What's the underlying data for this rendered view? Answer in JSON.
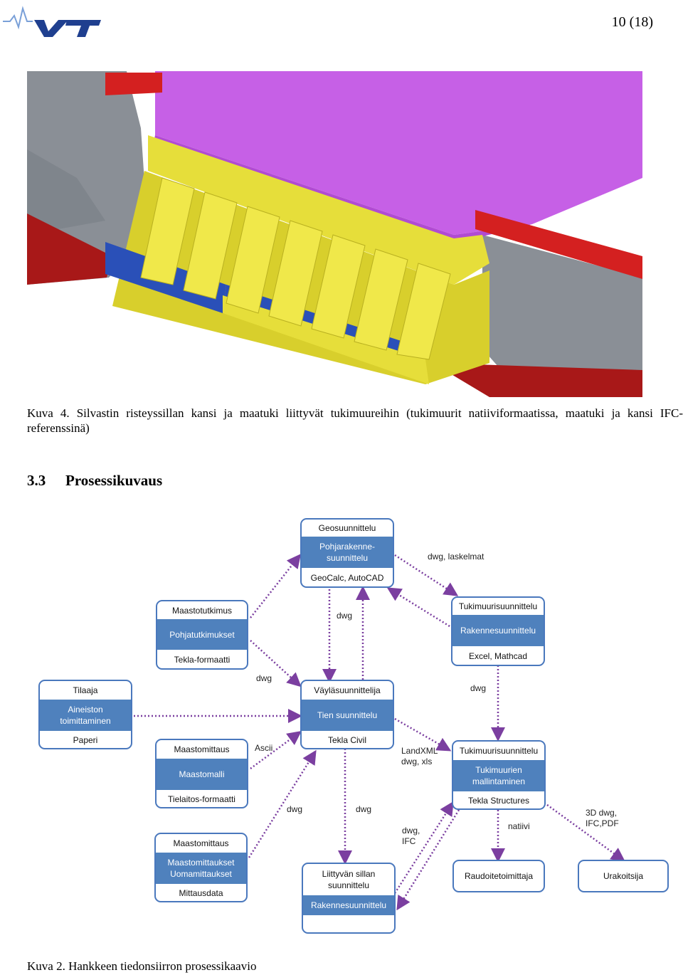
{
  "header": {
    "logo_text": "VTT",
    "page_number": "10 (18)"
  },
  "figure1": {
    "caption": "Kuva 4. Silvastin risteyssillan kansi ja maatuki liittyvät tukimuureihin (tukimuurit natiiviformaatissa, maatuki ja kansi IFC-referenssinä)",
    "colors": {
      "deck": "#c660e6",
      "abutment": "#e6de3a",
      "retaining_wall": "#8a8f96",
      "footing_blue": "#2a50b8",
      "railing": "#d42020",
      "red_band": "#a81818"
    }
  },
  "section": {
    "number": "3.3",
    "title": "Prosessikuvaus"
  },
  "diagram": {
    "boxes": [
      {
        "id": "geo",
        "header": "Geosuunnittelu",
        "middle": "Pohjarakenne-\nsuunnittelu",
        "footer": "GeoCalc, AutoCAD"
      },
      {
        "id": "maastotutkimus",
        "header": "Maastotutkimus",
        "middle": "Pohjatutkimukset",
        "footer": "Tekla-formaatti"
      },
      {
        "id": "tukimuuri1",
        "header": "Tukimuurisuunnittelu",
        "middle": "Rakennesuunnittelu",
        "footer": "Excel, Mathcad"
      },
      {
        "id": "tilaaja",
        "header": "Tilaaja",
        "middle": "Aineiston\ntoimittaminen",
        "footer": "Paperi"
      },
      {
        "id": "vayla",
        "header": "Väyläsuunnittelija",
        "middle": "Tien suunnittelu",
        "footer": "Tekla Civil"
      },
      {
        "id": "maastomittaus1",
        "header": "Maastomittaus",
        "middle": "Maastomalli",
        "footer": "Tielaitos-formaatti"
      },
      {
        "id": "tukimuuri2",
        "header": "Tukimuurisuunnittelu",
        "middle": "Tukimuurien\nmallintaminen",
        "footer": "Tekla Structures"
      },
      {
        "id": "maastomittaus2",
        "header": "Maastomittaus",
        "middle": "Maastomittaukset\nUomamittaukset",
        "footer": "Mittausdata"
      },
      {
        "id": "silta",
        "header": "Liittyvän sillan\nsuunnittelu",
        "middle": "Rakennesuunnittelu",
        "footer": ""
      },
      {
        "id": "raudoite",
        "header": "Raudoitetoimittaja"
      },
      {
        "id": "urakoitsija",
        "header": "Urakoitsija"
      }
    ],
    "labels": {
      "dwg_laskelmat": "dwg, laskelmat",
      "dwg_geo_vayla": "dwg",
      "dwg_maasto_vayla": "dwg",
      "dwg_tukimuuri": "dwg",
      "ascii": "Ascii",
      "landxml": "LandXML\ndwg, xls",
      "dwg_maasto2": "dwg",
      "dwg_vayla_silta": "dwg",
      "dwg_ifc": "dwg,\nIFC",
      "natiivi": "natiivi",
      "three_d": "3D dwg,\nIFC,PDF"
    },
    "caption": "Kuva 2. Hankkeen tiedonsiirron prosessikaavio"
  }
}
